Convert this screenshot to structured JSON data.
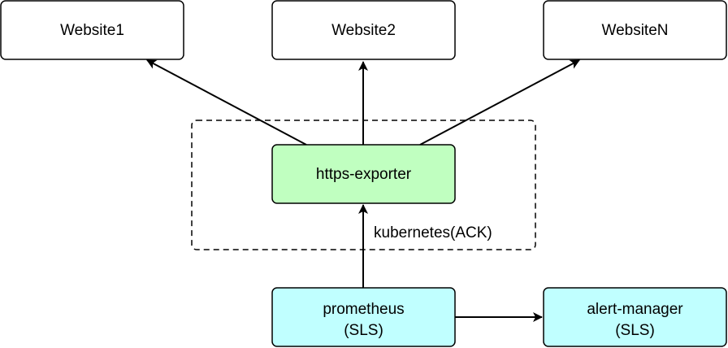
{
  "colors": {
    "background": "#ffffff",
    "stroke": "#000000",
    "website_fill": "#ffffff",
    "exporter_fill": "#c0ffc0",
    "service_fill": "#c0ffff"
  },
  "nodes": {
    "website1": {
      "label": "Website1"
    },
    "website2": {
      "label": "Website2"
    },
    "websiteN": {
      "label": "WebsiteN"
    },
    "https_exporter": {
      "label": "https-exporter"
    },
    "prometheus": {
      "line1": "prometheus",
      "line2": "(SLS)"
    },
    "alert_manager": {
      "line1": "alert-manager",
      "line2": "(SLS)"
    }
  },
  "cluster": {
    "label": "kubernetes(ACK)"
  },
  "edges": [
    {
      "from": "https-exporter",
      "to": "Website1"
    },
    {
      "from": "https-exporter",
      "to": "Website2"
    },
    {
      "from": "https-exporter",
      "to": "WebsiteN"
    },
    {
      "from": "prometheus",
      "to": "https-exporter"
    },
    {
      "from": "prometheus",
      "to": "alert-manager"
    }
  ]
}
